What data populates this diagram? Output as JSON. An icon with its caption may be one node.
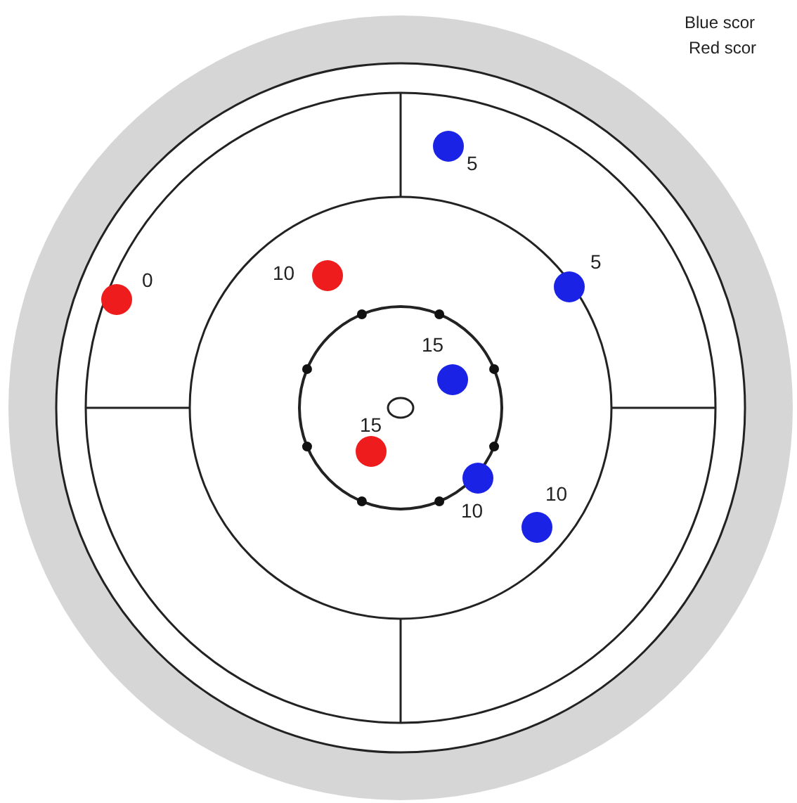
{
  "diagram": {
    "labels": [
      "Blue scor",
      "Red scor",
      "5",
      "5",
      "0",
      "10",
      "15",
      "15",
      "10",
      "10"
    ]
  }
}
